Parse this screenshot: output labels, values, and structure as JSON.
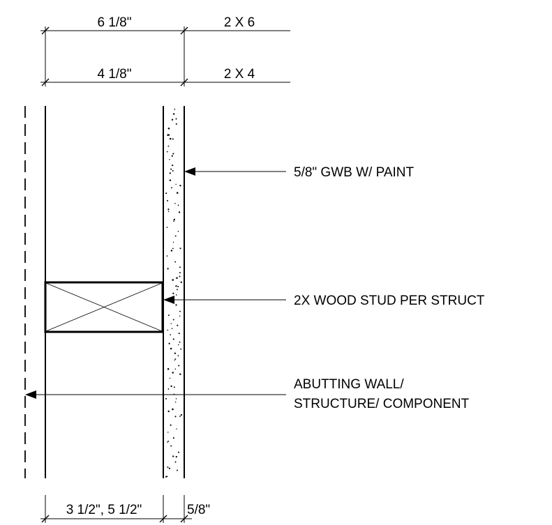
{
  "dimensions": {
    "top_overall": "6 1/8\"",
    "top_stud": "2 X 6",
    "second_overall": "4 1/8\"",
    "second_stud": "2 X 4",
    "bottom_stud_depth": "3 1/2\", 5 1/2\"",
    "bottom_gwb": "5/8\""
  },
  "notes": {
    "gwb": "5/8\" GWB W/ PAINT",
    "stud": "2X WOOD STUD PER STRUCT",
    "abutting_line1": "ABUTTING WALL/",
    "abutting_line2": "STRUCTURE/ COMPONENT"
  },
  "colors": {
    "line": "#000000",
    "background": "#ffffff"
  }
}
